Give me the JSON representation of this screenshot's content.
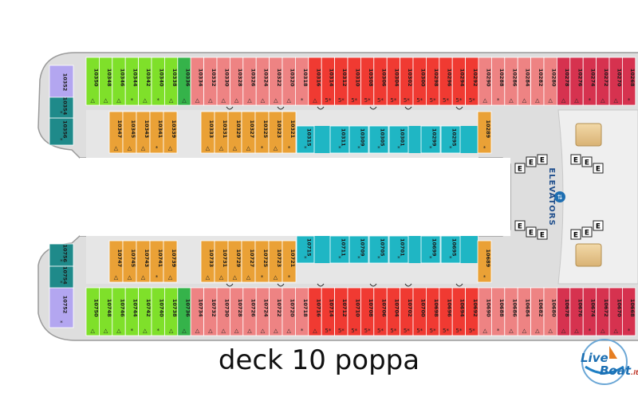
{
  "caption": "deck 10 poppa",
  "elevators_label": "ELEVATORS",
  "watermark": {
    "word1": "Live",
    "word2": "Boat",
    "suffix": ".it"
  },
  "colors": {
    "suite_purple": "#b3a6f0",
    "teal_dark": "#1f8a8a",
    "lime_green": "#7fe02a",
    "green": "#35b34a",
    "orange": "#eaa136",
    "salmon": "#ee8383",
    "red": "#f03a32",
    "crimson": "#d6324f",
    "cyan": "#1fb6c4",
    "corridor_grey": "#dedede",
    "hull_border": "#9a9a9a"
  },
  "icons": [
    "triangle-icon",
    "star-icon",
    "accessible-icon",
    "connecting-door-icon",
    "elevator-icon"
  ],
  "cabins": {
    "top_outer": [
      {
        "n": "10352",
        "c": "suite_purple",
        "m": ""
      },
      {
        "n": "10350",
        "c": "lime_green",
        "m": "△"
      },
      {
        "n": "10348",
        "c": "lime_green",
        "m": "△"
      },
      {
        "n": "10346",
        "c": "lime_green",
        "m": "△"
      },
      {
        "n": "10344",
        "c": "lime_green",
        "m": "*"
      },
      {
        "n": "10342",
        "c": "lime_green",
        "m": "△"
      },
      {
        "n": "10340",
        "c": "lime_green",
        "m": "*"
      },
      {
        "n": "10338",
        "c": "lime_green",
        "m": "△"
      },
      {
        "n": "10336",
        "c": "green",
        "m": "△"
      },
      {
        "n": "10334",
        "c": "salmon",
        "m": "△"
      },
      {
        "n": "10332",
        "c": "salmon",
        "m": "△"
      },
      {
        "n": "10330",
        "c": "salmon",
        "m": "△"
      },
      {
        "n": "10328",
        "c": "salmon",
        "m": "△"
      },
      {
        "n": "10326",
        "c": "salmon",
        "m": "△"
      },
      {
        "n": "10324",
        "c": "salmon",
        "m": "△"
      },
      {
        "n": "10322",
        "c": "salmon",
        "m": "△"
      },
      {
        "n": "10320",
        "c": "salmon",
        "m": "△"
      },
      {
        "n": "10318",
        "c": "salmon",
        "m": "*"
      },
      {
        "n": "10316",
        "c": "red",
        "m": "△"
      },
      {
        "n": "10314",
        "c": "red",
        "m": "5*"
      },
      {
        "n": "10312",
        "c": "red",
        "m": "5*"
      },
      {
        "n": "10310",
        "c": "red",
        "m": "5*"
      },
      {
        "n": "10308",
        "c": "red",
        "m": "5*"
      },
      {
        "n": "10306",
        "c": "red",
        "m": "5*"
      },
      {
        "n": "10304",
        "c": "red",
        "m": "5*"
      },
      {
        "n": "10302",
        "c": "red",
        "m": "5*"
      },
      {
        "n": "10300",
        "c": "red",
        "m": "5*"
      },
      {
        "n": "10298",
        "c": "red",
        "m": "5*"
      },
      {
        "n": "10296",
        "c": "red",
        "m": "5*"
      },
      {
        "n": "10294",
        "c": "red",
        "m": "5*"
      },
      {
        "n": "10292",
        "c": "red",
        "m": "5*"
      },
      {
        "n": "10290",
        "c": "salmon",
        "m": "△"
      },
      {
        "n": "10288",
        "c": "salmon",
        "m": "*"
      },
      {
        "n": "10286",
        "c": "salmon",
        "m": "△"
      },
      {
        "n": "10284",
        "c": "salmon",
        "m": "△"
      },
      {
        "n": "10282",
        "c": "salmon",
        "m": "△"
      },
      {
        "n": "10280",
        "c": "salmon",
        "m": "△"
      },
      {
        "n": "10278",
        "c": "crimson",
        "m": "△"
      },
      {
        "n": "10276",
        "c": "crimson",
        "m": "△"
      },
      {
        "n": "10274",
        "c": "crimson",
        "m": "*"
      },
      {
        "n": "10272",
        "c": "crimson",
        "m": "△"
      },
      {
        "n": "10270",
        "c": "crimson",
        "m": "△"
      },
      {
        "n": "10268",
        "c": "crimson",
        "m": "*"
      }
    ],
    "top_inner_left": [
      {
        "n": "10356",
        "c": "teal_dark",
        "m": "*"
      },
      {
        "n": "10354",
        "c": "teal_dark",
        "m": "*"
      }
    ],
    "top_inner_orange_a": [
      {
        "n": "10347",
        "c": "orange",
        "m": "△"
      },
      {
        "n": "10345",
        "c": "orange",
        "m": "△"
      },
      {
        "n": "10343",
        "c": "orange",
        "m": "△"
      },
      {
        "n": "10341",
        "c": "orange",
        "m": "*"
      },
      {
        "n": "10339",
        "c": "orange",
        "m": "△"
      }
    ],
    "top_inner_orange_b": [
      {
        "n": "10333",
        "c": "orange",
        "m": "△"
      },
      {
        "n": "10331",
        "c": "orange",
        "m": "△"
      },
      {
        "n": "10329",
        "c": "orange",
        "m": "△"
      },
      {
        "n": "10327",
        "c": "orange",
        "m": "△"
      },
      {
        "n": "10325",
        "c": "orange",
        "m": "*"
      },
      {
        "n": "10323",
        "c": "orange",
        "m": "△"
      },
      {
        "n": "10321",
        "c": "orange",
        "m": "*"
      }
    ],
    "top_inner_cyan": [
      {
        "n": "10315",
        "c": "cyan",
        "m": "*"
      },
      {
        "n": "10311",
        "c": "cyan",
        "m": "*"
      },
      {
        "n": "10309",
        "c": "cyan",
        "m": "*"
      },
      {
        "n": "10305",
        "c": "cyan",
        "m": "*"
      },
      {
        "n": "10301",
        "c": "cyan",
        "m": "*"
      },
      {
        "n": "10299",
        "c": "cyan",
        "m": "*"
      },
      {
        "n": "10295",
        "c": "cyan",
        "m": "*"
      }
    ],
    "top_inner_single": {
      "n": "10289",
      "c": "orange",
      "m": "*"
    },
    "bottom_inner_left": [
      {
        "n": "10756",
        "c": "teal_dark",
        "m": "*"
      },
      {
        "n": "10754",
        "c": "teal_dark",
        "m": "*"
      }
    ],
    "bottom_inner_orange_a": [
      {
        "n": "10747",
        "c": "orange",
        "m": "△"
      },
      {
        "n": "10745",
        "c": "orange",
        "m": "△"
      },
      {
        "n": "10743",
        "c": "orange",
        "m": "△"
      },
      {
        "n": "10741",
        "c": "orange",
        "m": "*"
      },
      {
        "n": "10739",
        "c": "orange",
        "m": "△"
      }
    ],
    "bottom_inner_orange_b": [
      {
        "n": "10733",
        "c": "orange",
        "m": "△"
      },
      {
        "n": "10731",
        "c": "orange",
        "m": "△"
      },
      {
        "n": "10729",
        "c": "orange",
        "m": "△"
      },
      {
        "n": "10727",
        "c": "orange",
        "m": "△"
      },
      {
        "n": "10725",
        "c": "orange",
        "m": "*"
      },
      {
        "n": "10723",
        "c": "orange",
        "m": "△"
      },
      {
        "n": "10721",
        "c": "orange",
        "m": "*"
      }
    ],
    "bottom_inner_cyan": [
      {
        "n": "10715",
        "c": "cyan",
        "m": "*"
      },
      {
        "n": "10711",
        "c": "cyan",
        "m": "*"
      },
      {
        "n": "10709",
        "c": "cyan",
        "m": "*"
      },
      {
        "n": "10705",
        "c": "cyan",
        "m": "*"
      },
      {
        "n": "10701",
        "c": "cyan",
        "m": "*"
      },
      {
        "n": "10699",
        "c": "cyan",
        "m": "*"
      },
      {
        "n": "10695",
        "c": "cyan",
        "m": "*"
      }
    ],
    "bottom_inner_single": {
      "n": "10689",
      "c": "orange",
      "m": "*"
    },
    "bottom_outer": [
      {
        "n": "10752",
        "c": "suite_purple",
        "m": "*"
      },
      {
        "n": "10750",
        "c": "lime_green",
        "m": "△"
      },
      {
        "n": "10748",
        "c": "lime_green",
        "m": "△"
      },
      {
        "n": "10746",
        "c": "lime_green",
        "m": "△"
      },
      {
        "n": "10744",
        "c": "lime_green",
        "m": "*"
      },
      {
        "n": "10742",
        "c": "lime_green",
        "m": "△"
      },
      {
        "n": "10740",
        "c": "lime_green",
        "m": "*"
      },
      {
        "n": "10738",
        "c": "lime_green",
        "m": "△"
      },
      {
        "n": "10736",
        "c": "green",
        "m": "△"
      },
      {
        "n": "10734",
        "c": "salmon",
        "m": "△"
      },
      {
        "n": "10732",
        "c": "salmon",
        "m": "△"
      },
      {
        "n": "10730",
        "c": "salmon",
        "m": "△"
      },
      {
        "n": "10728",
        "c": "salmon",
        "m": "△"
      },
      {
        "n": "10726",
        "c": "salmon",
        "m": "△"
      },
      {
        "n": "10724",
        "c": "salmon",
        "m": "△"
      },
      {
        "n": "10722",
        "c": "salmon",
        "m": "△"
      },
      {
        "n": "10720",
        "c": "salmon",
        "m": "△"
      },
      {
        "n": "10718",
        "c": "salmon",
        "m": "*"
      },
      {
        "n": "10716",
        "c": "red",
        "m": "△"
      },
      {
        "n": "10714",
        "c": "red",
        "m": "5*"
      },
      {
        "n": "10712",
        "c": "red",
        "m": "5*"
      },
      {
        "n": "10710",
        "c": "red",
        "m": "5*"
      },
      {
        "n": "10708",
        "c": "red",
        "m": "5*"
      },
      {
        "n": "10706",
        "c": "red",
        "m": "5*"
      },
      {
        "n": "10704",
        "c": "red",
        "m": "5*"
      },
      {
        "n": "10702",
        "c": "red",
        "m": "5*"
      },
      {
        "n": "10700",
        "c": "red",
        "m": "5*"
      },
      {
        "n": "10698",
        "c": "red",
        "m": "5*"
      },
      {
        "n": "10696",
        "c": "red",
        "m": "5*"
      },
      {
        "n": "10694",
        "c": "red",
        "m": "5*"
      },
      {
        "n": "10692",
        "c": "red",
        "m": "5*"
      },
      {
        "n": "10690",
        "c": "salmon",
        "m": "△"
      },
      {
        "n": "10688",
        "c": "salmon",
        "m": "*"
      },
      {
        "n": "10686",
        "c": "salmon",
        "m": "△"
      },
      {
        "n": "10684",
        "c": "salmon",
        "m": "△"
      },
      {
        "n": "10682",
        "c": "salmon",
        "m": "△"
      },
      {
        "n": "10680",
        "c": "salmon",
        "m": "△"
      },
      {
        "n": "10678",
        "c": "crimson",
        "m": "△"
      },
      {
        "n": "10676",
        "c": "crimson",
        "m": "△"
      },
      {
        "n": "10674",
        "c": "crimson",
        "m": "*"
      },
      {
        "n": "10672",
        "c": "crimson",
        "m": "△"
      },
      {
        "n": "10670",
        "c": "crimson",
        "m": "△"
      },
      {
        "n": "10668",
        "c": "crimson",
        "m": "*"
      }
    ]
  }
}
